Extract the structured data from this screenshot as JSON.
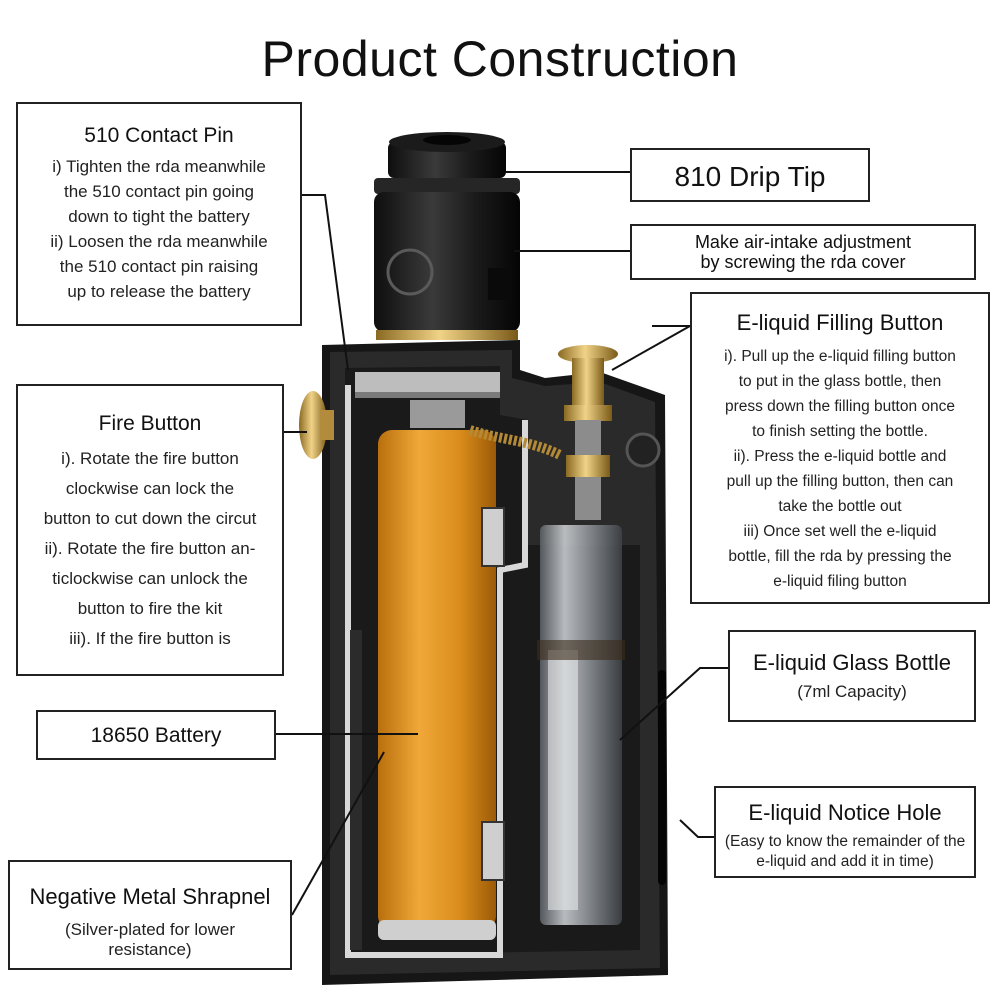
{
  "title": "Product Construction",
  "callouts": {
    "contact_pin": {
      "heading": "510 Contact Pin",
      "lines": [
        "i) Tighten the rda meanwhile",
        "the 510 contact pin going",
        "down to tight the battery",
        "ii) Loosen the rda meanwhile",
        "the 510 contact pin raising",
        "up to release the battery"
      ]
    },
    "fire_button": {
      "heading": "Fire Button",
      "lines": [
        "i). Rotate the fire button",
        "clockwise can lock the",
        "button to cut down the circut",
        "ii). Rotate the fire button an-",
        "ticlockwise can unlock the",
        "button to fire the kit",
        "iii). If the fire button is"
      ]
    },
    "battery": {
      "heading": "18650 Battery"
    },
    "shrapnel": {
      "heading": "Negative Metal Shrapnel",
      "sub": "(Silver-plated for lower resistance)"
    },
    "drip_tip": {
      "heading": "810 Drip Tip"
    },
    "air_intake": {
      "lines": [
        "Make air-intake adjustment",
        "by screwing the rda cover"
      ]
    },
    "filling_button": {
      "heading": "E-liquid Filling Button",
      "lines": [
        "i). Pull up the e-liquid filling button",
        "to put in the glass bottle, then",
        "press down the filling button once",
        "to finish setting the bottle.",
        "ii). Press the e-liquid bottle and",
        "pull up the filling button, then can",
        "take the bottle out",
        "iii) Once set well the e-liquid",
        "bottle, fill the rda by pressing the",
        "e-liquid filing button"
      ]
    },
    "glass_bottle": {
      "heading": "E-liquid Glass Bottle",
      "sub": "(7ml Capacity)"
    },
    "notice_hole": {
      "heading": "E-liquid Notice Hole",
      "sub": "(Easy to know the remainder of the e-liquid and add it in time)"
    }
  },
  "colors": {
    "battery": "#d38a17",
    "brass": "#c9a043",
    "body": "#1c1c1c"
  }
}
